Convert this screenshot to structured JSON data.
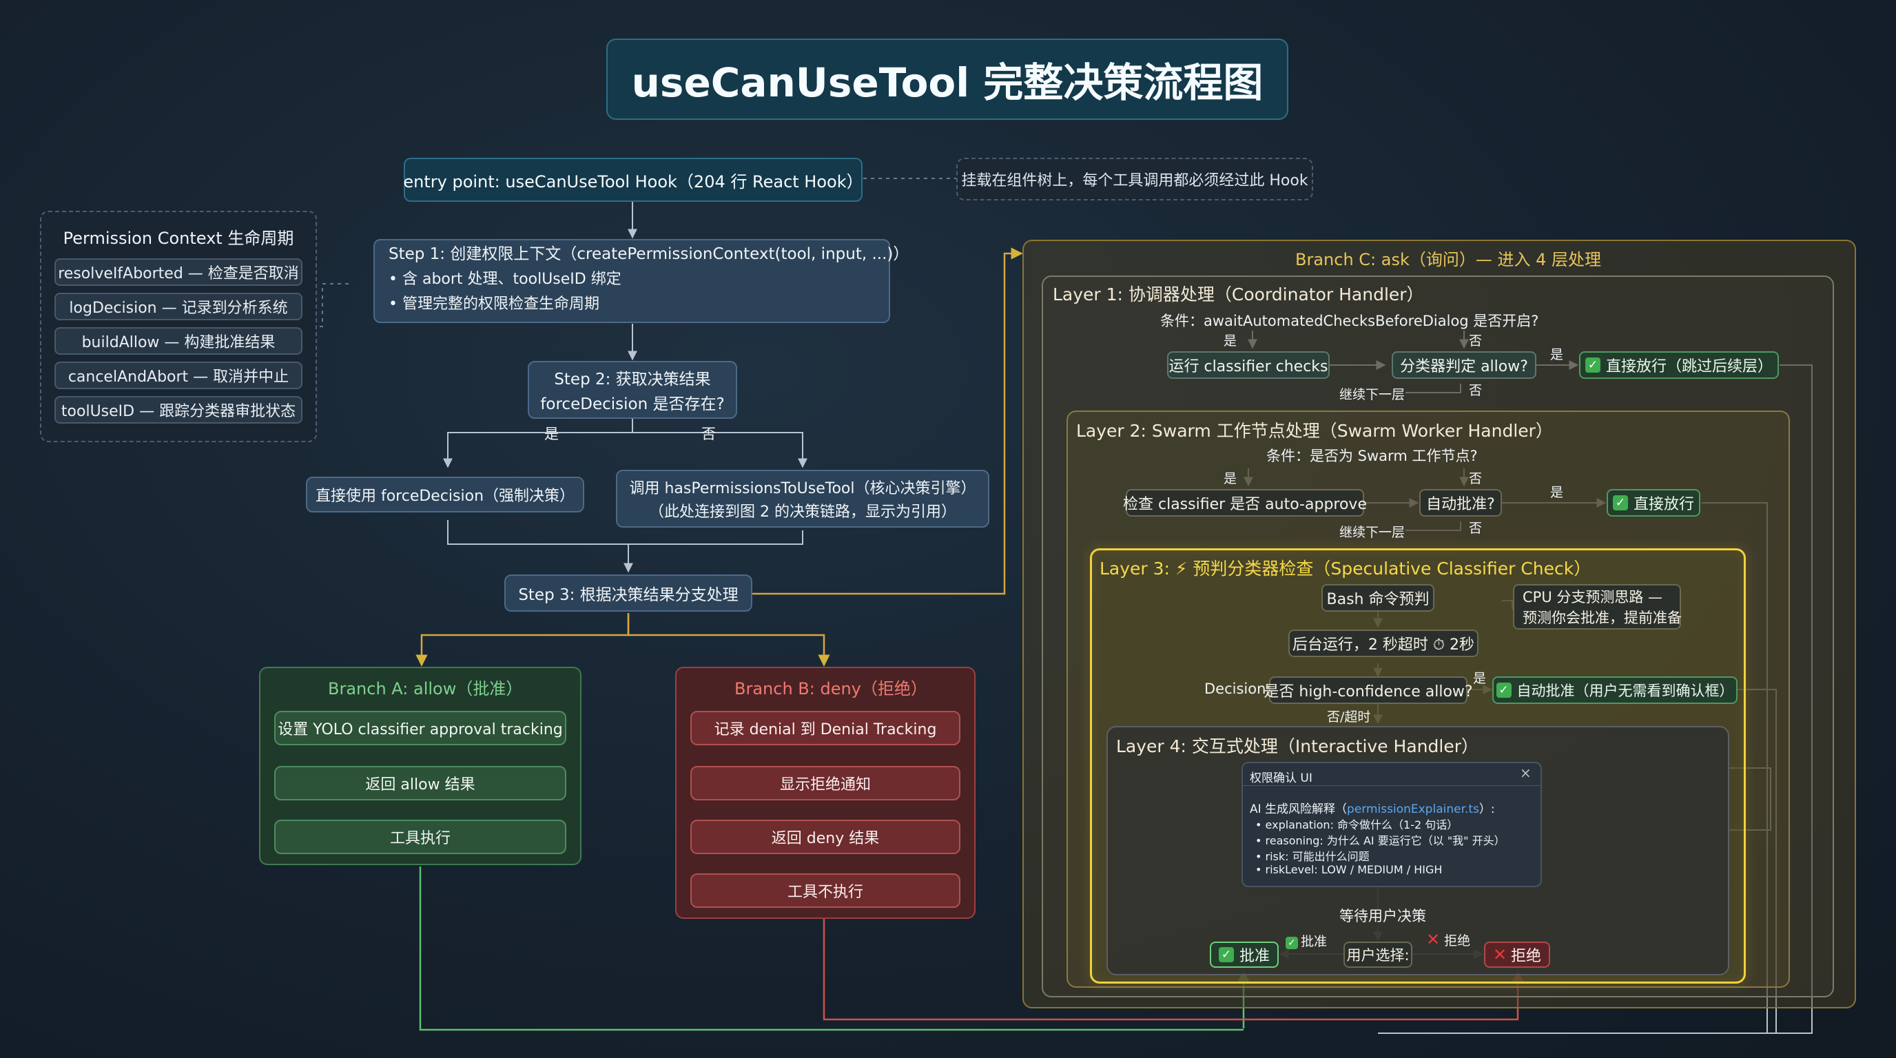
{
  "title": "useCanUseTool 完整决策流程图",
  "entry": {
    "label": "entry point: useCanUseTool Hook（204 行 React Hook）",
    "note": "挂载在组件树上，每个工具调用都必须经过此 Hook"
  },
  "permission_context": {
    "title": "Permission Context 生命周期",
    "items": [
      "resolveIfAborted — 检查是否取消",
      "logDecision — 记录到分析系统",
      "buildAllow — 构建批准结果",
      "cancelAndAbort — 取消并中止",
      "toolUseID — 跟踪分类器审批状态"
    ]
  },
  "step1": {
    "title": "Step 1: 创建权限上下文（createPermissionContext(tool, input, ...)）",
    "bullets": [
      "含 abort 处理、toolUseID 绑定",
      "管理完整的权限检查生命周期"
    ]
  },
  "step2": {
    "line1": "Step 2: 获取决策结果",
    "line2": "forceDecision 是否存在?",
    "yes": "是",
    "no": "否"
  },
  "force_decision": "直接使用 forceDecision（强制决策）",
  "has_permissions": {
    "line1": "调用 hasPermissionsToUseTool（核心决策引擎）",
    "line2": "（此处连接到图 2 的决策链路，显示为引用）"
  },
  "step3": "Step 3: 根据决策结果分支处理",
  "branch_a": {
    "title": "Branch A: allow（批准）",
    "items": [
      "设置 YOLO classifier approval tracking",
      "返回 allow 结果",
      "工具执行"
    ]
  },
  "branch_b": {
    "title": "Branch B: deny（拒绝）",
    "items": [
      "记录 denial 到 Denial Tracking",
      "显示拒绝通知",
      "返回 deny 结果",
      "工具不执行"
    ]
  },
  "branch_c": {
    "title": "Branch C: ask（询问）— 进入 4 层处理",
    "layer1": {
      "title": "Layer 1: 协调器处理（Coordinator Handler）",
      "condition": "条件：awaitAutomatedChecksBeforeDialog 是否开启?",
      "yes": "是",
      "no": "否",
      "run": "运行 classifier checks",
      "judge": "分类器判定 allow?",
      "yes2": "是",
      "no2": "否",
      "pass": "直接放行（跳过后续层）",
      "continue": "继续下一层"
    },
    "layer2": {
      "title": "Layer 2: Swarm 工作节点处理（Swarm Worker Handler）",
      "condition": "条件：是否为 Swarm 工作节点?",
      "yes": "是",
      "no": "否",
      "check": "检查 classifier 是否 auto-approve",
      "auto": "自动批准?",
      "yes2": "是",
      "no2": "否",
      "pass": "直接放行",
      "continue": "继续下一层"
    },
    "layer3": {
      "title": "Layer 3: ⚡ 预判分类器检查（Speculative Classifier Check）",
      "bash": "Bash 命令预判",
      "cpu_line1": "CPU 分支预测思路 —",
      "cpu_line2": "预测你会批准，提前准备",
      "background": "后台运行，2 秒超时 ⏱ 2秒",
      "decision_label": "Decision:",
      "decision": "是否 high-confidence allow?",
      "yes": "是",
      "auto": "自动批准（用户无需看到确认框）",
      "no_timeout": "否/超时"
    },
    "layer4": {
      "title": "Layer 4: 交互式处理（Interactive Handler）",
      "dialog": {
        "title": "权限确认 UI",
        "close": "×",
        "intro_prefix": "AI 生成风险解释（",
        "intro_file": "permissionExplainer.ts",
        "intro_suffix": "）:",
        "bullets": [
          "explanation: 命令做什么（1-2 句话）",
          "reasoning: 为什么 AI 要运行它（以 \"我\" 开头）",
          "risk: 可能出什么问题",
          "riskLevel: LOW / MEDIUM / HIGH"
        ]
      },
      "wait": "等待用户决策",
      "choice": "用户选择:",
      "approve_edge": "批准",
      "reject_edge": "拒绝",
      "approve": "批准",
      "reject": "拒绝"
    }
  }
}
